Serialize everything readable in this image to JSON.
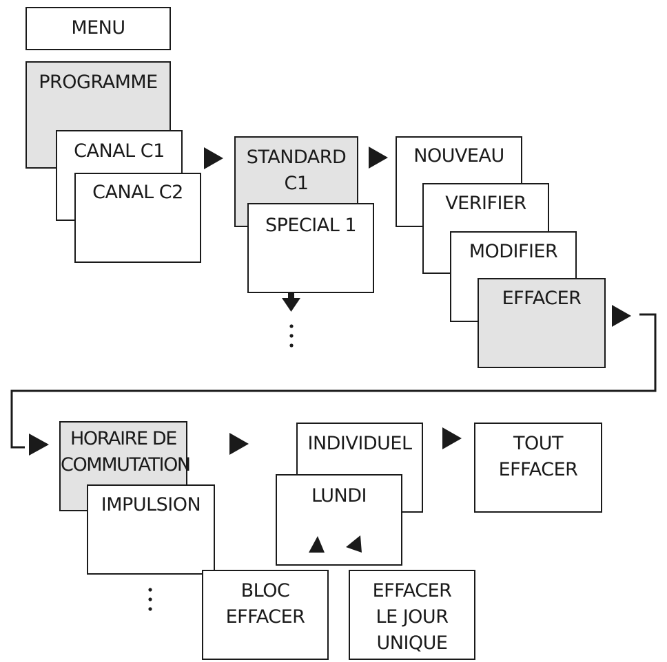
{
  "menu": {
    "label": "MENU"
  },
  "programme": {
    "label": "PROGRAMME"
  },
  "canal_c1": {
    "label": "CANAL C1"
  },
  "canal_c2": {
    "label": "CANAL C2"
  },
  "standard": {
    "line1": "STANDARD",
    "line2": "C1"
  },
  "special": {
    "label": "SPECIAL 1"
  },
  "nouveau": {
    "label": "NOUVEAU"
  },
  "verifier": {
    "label": "VERIFIER"
  },
  "modifier": {
    "label": "MODIFIER"
  },
  "effacer": {
    "label": "EFFACER"
  },
  "horaire": {
    "line1": "HORAIRE DE",
    "line2": "COMMUTATION"
  },
  "impulsion": {
    "label": "IMPULSION"
  },
  "individuel": {
    "label": "INDIVIDUEL"
  },
  "lundi": {
    "label": "LUNDI"
  },
  "tout_effacer": {
    "line1": "TOUT",
    "line2": "EFFACER"
  },
  "bloc_effacer": {
    "line1": "BLOC",
    "line2": "EFFACER"
  },
  "effacer_jour": {
    "line1": "EFFACER",
    "line2": "LE JOUR",
    "line3": "UNIQUE"
  },
  "colors": {
    "stroke": "#1a1a1a",
    "selected_fill": "#e3e3e3",
    "fill": "#ffffff"
  }
}
